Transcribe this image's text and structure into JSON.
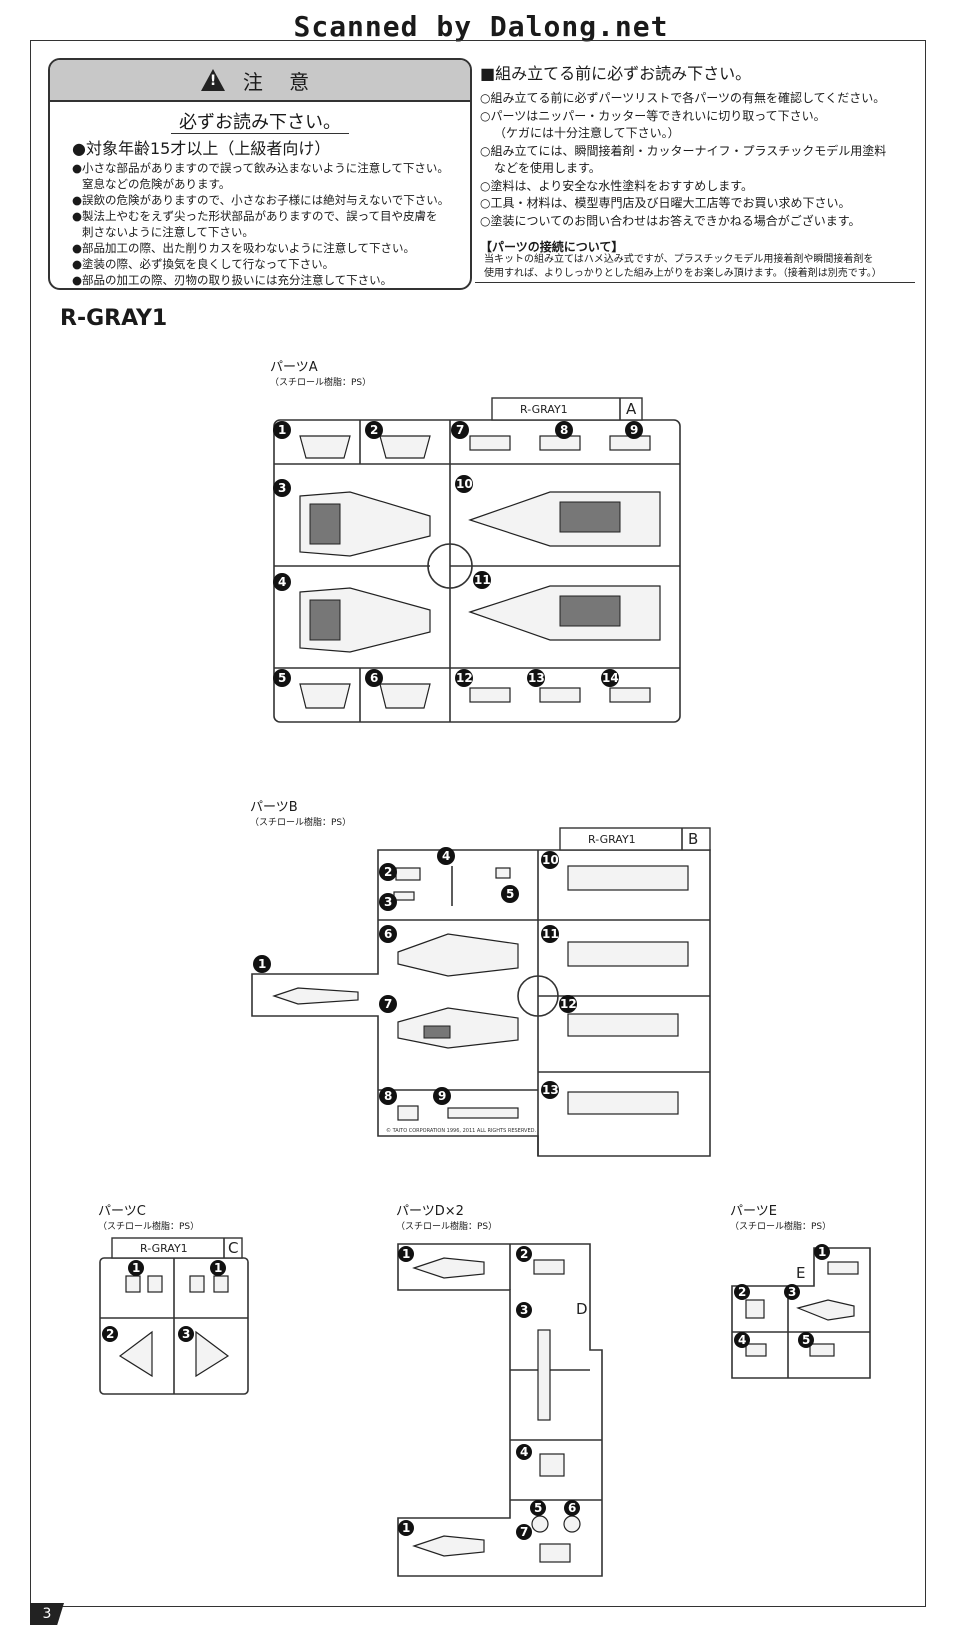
{
  "header": {
    "scan_credit": "Scanned by Dalong.net"
  },
  "caution": {
    "title": "注 意",
    "subtitle": "必ずお読み下さい。",
    "age": "●対象年齢15才以上（上級者向け）",
    "items": [
      "●小さな部品がありますので誤って飲み込まないように注意して下さい。",
      "窒息などの危険があります。",
      "●誤飲の危険がありますので、小さなお子様には絶対与えないで下さい。",
      "●製法上やむをえず尖った形状部品がありますので、誤って目や皮膚を",
      "刺さないように注意して下さい。",
      "●部品加工の際、出た削りカスを吸わないように注意して下さい。",
      "●塗装の際、必ず換気を良くして行なって下さい。",
      "●部品の加工の際、刃物の取り扱いには充分注意して下さい。"
    ]
  },
  "instructions": {
    "title": "■組み立てる前に必ずお読み下さい。",
    "items": [
      "○組み立てる前に必ずパーツリストで各パーツの有無を確認してください。",
      "○パーツはニッパー・カッター等できれいに切り取って下さい。",
      "（ケガには十分注意して下さい。）",
      "○組み立てには、瞬間接着剤・カッターナイフ・プラスチックモデル用塗料",
      "などを使用します。",
      "○塗料は、より安全な水性塗料をおすすめします。",
      "○工具・材料は、模型専門店及び日曜大工店等でお買い求め下さい。",
      "○塗装についてのお問い合わせはお答えできかねる場合がございます。"
    ],
    "connection_title": "【パーツの接続について】",
    "connection_text_1": "当キットの組み立てはハメ込み式ですが、プラスチックモデル用接着剤や瞬間接着剤を",
    "connection_text_2": "使用すれば、よりしっかりとした組み上がりをお楽しみ頂けます。（接着剤は別売です。）"
  },
  "model_name": "R-GRAY1",
  "material": "（スチロール樹脂：PS）",
  "copyright": "© TAITO CORPORATION 1996, 2011 ALL RIGHTS RESERVED.",
  "runners": {
    "a": {
      "label": "パーツA",
      "tab": "R-GRAY1",
      "letter": "A"
    },
    "b": {
      "label": "パーツB",
      "tab": "R-GRAY1",
      "letter": "B"
    },
    "c": {
      "label": "パーツC",
      "tab": "R-GRAY1",
      "letter": "C"
    },
    "d": {
      "label": "パーツD×2",
      "letter": "D"
    },
    "e": {
      "label": "パーツE",
      "letter": "E"
    }
  },
  "page_number": "3"
}
